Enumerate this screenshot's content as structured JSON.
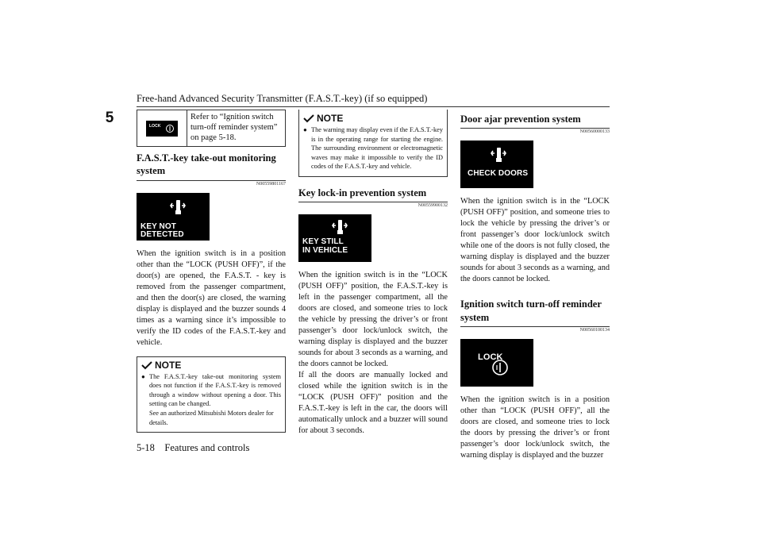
{
  "header": {
    "title": "Free-hand Advanced Security Transmitter (F.A.S.T.-key) (if so equipped)",
    "chapter": "5"
  },
  "footer": {
    "page": "5-18",
    "section": "Features and controls"
  },
  "col1": {
    "ref": {
      "display_text": "LOCK",
      "text": "Refer to “Ignition switch turn-off reminder system” on page 5-18."
    },
    "takeout": {
      "title": "F.A.S.T.-key take-out monitoring system",
      "code": "N00559801167",
      "display_text": "KEY NOT DETECTED",
      "body": "When the ignition switch is in a position other than the “LOCK (PUSH OFF)”, if the door(s) are opened, the F.A.S.T. - key is removed from the passenger compartment, and then the door(s) are closed, the warning display is displayed and the buzzer sounds 4 times as a warning since it’s impossible to verify the ID codes of the F.A.S.T.-key and vehicle."
    },
    "note": {
      "label": "NOTE",
      "bullet": "The F.A.S.T.-key take-out monitoring system does not function if the F.A.S.T.-key is removed through a window without opening a door. This setting can be changed.",
      "sub": "See an authorized Mitsubishi Motors dealer for details."
    }
  },
  "col2": {
    "note": {
      "label": "NOTE",
      "bullet": "The warning may display even if the F.A.S.T.-key is in the operating range for starting the engine. The surrounding environment or electromagnetic waves may make it impossible to verify the ID codes of the F.A.S.T.-key and vehicle."
    },
    "lockin": {
      "title": "Key lock-in prevention system",
      "code": "N00559900132",
      "display_line1": "KEY STILL",
      "display_line2": "IN VEHICLE",
      "body1": "When the ignition switch is in the “LOCK (PUSH OFF)” position, the F.A.S.T.-key is left in the passenger compartment, all the doors are closed, and someone tries to lock the vehicle by pressing the driver’s or front passenger’s door lock/unlock switch, the warning display is displayed and the buzzer sounds for about 3 seconds as a warning, and the doors cannot be locked.",
      "body2": "If all the doors are manually locked and closed while the ignition switch is in the “LOCK (PUSH OFF)” position and the F.A.S.T.-key is left in the car, the doors will automatically unlock and a buzzer will sound for about 3 seconds."
    }
  },
  "col3": {
    "ajar": {
      "title": "Door ajar prevention system",
      "code": "N00560000133",
      "display_text": "CHECK DOORS",
      "body": "When the ignition switch is in the “LOCK (PUSH OFF)” position, and someone tries to lock the vehicle by pressing the driver’s or front passenger’s door lock/unlock switch while one of the doors is not fully closed, the warning display is displayed and the buzzer sounds for about 3 seconds as a warning, and the doors cannot be locked."
    },
    "reminder": {
      "title": "Ignition switch turn-off reminder system",
      "code": "N00560100134",
      "display_text": "LOCK",
      "body": "When the ignition switch is in a position other than “LOCK (PUSH OFF)”, all the doors are closed, and someone tries to lock the doors by pressing the driver’s or front passenger’s door lock/unlock switch, the warning display is displayed and the buzzer"
    }
  }
}
